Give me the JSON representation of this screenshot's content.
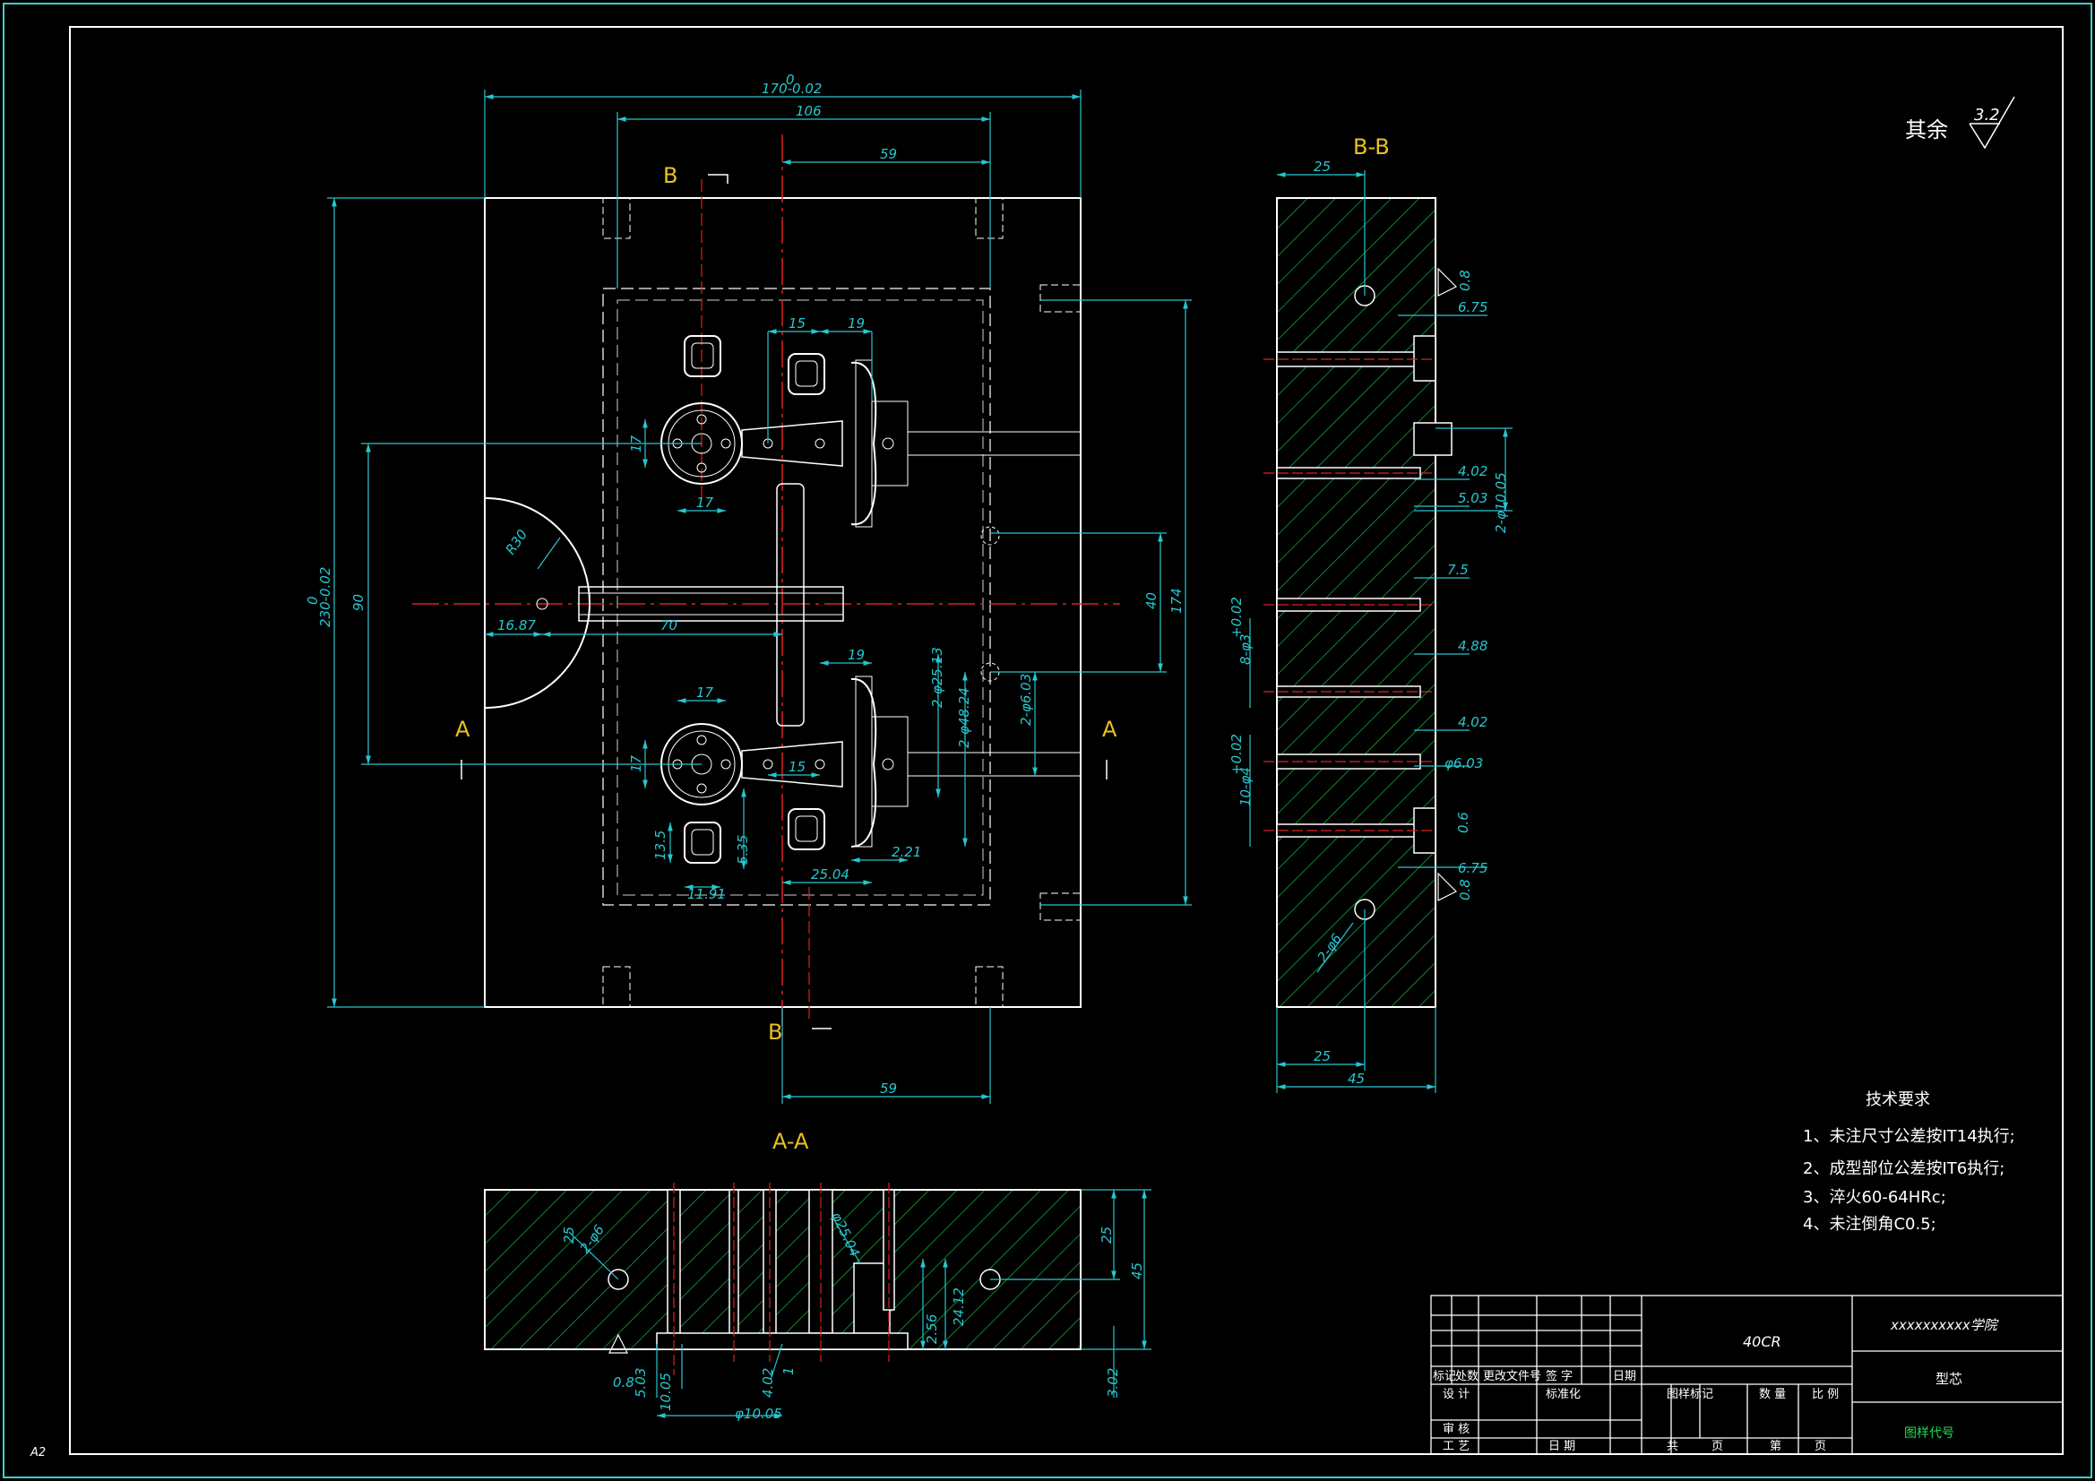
{
  "drawing": {
    "sheet_size": "A2",
    "surface_finish": {
      "label": "其余",
      "value": "3.2"
    },
    "section_labels": {
      "view_b_top": "B",
      "view_b_bottom": "B",
      "view_a_left": "A",
      "view_a_right": "A",
      "section_bb": "B-B",
      "section_aa": "A-A"
    },
    "plan_dims": {
      "width_tol_top": "0",
      "width_tol": "170-0.02",
      "d106": "106",
      "d59_top": "59",
      "d59_bottom": "59",
      "height_tol_top": "0",
      "height_tol": "230-0.02",
      "d90": "90",
      "d174": "174",
      "d40": "40",
      "r30": "R30",
      "d16_87": "16.87",
      "d70": "70",
      "d15_top": "15",
      "d19_top": "19",
      "d17_a": "17",
      "d17_b": "17",
      "d17_c": "17",
      "d17_d": "17",
      "d19_mid": "19",
      "d15_mid": "15",
      "d25_13": "2-φ25.13",
      "d48_24": "2-φ48.24",
      "d6_03": "2-φ6.03",
      "d13_5": "13.5",
      "d5_35": "5.35",
      "d11_91": "11.91",
      "d2_21": "2.21",
      "d25_04": "25.04"
    },
    "section_bb_dims": {
      "d25_top": "25",
      "d0_8_top": "0.8",
      "d6_75_top": "6.75",
      "d4_02_a": "4.02",
      "d5_03": "5.03",
      "d10_05": "2-φ10.05",
      "d7_5": "7.5",
      "d4_88": "4.88",
      "d4_02_b": "4.02",
      "d6_03": "φ6.03",
      "d8_phi": "8-φ3",
      "d8_tol": "+0.02",
      "d10_phi": "10-φ4",
      "d10_tol": "+0.02",
      "d6_75_bottom": "6.75",
      "d0_8_bottom": "0.8",
      "d_phi6": "2-φ6",
      "d25_bottom": "25",
      "d45": "45",
      "d_small": "0.6"
    },
    "section_aa_dims": {
      "d25": "25",
      "d45": "45",
      "d_phi6": "2-φ6",
      "d0_8": "0.8",
      "d5_03": "5.03",
      "d10_05": "10.05",
      "d4_02": "4.02",
      "d1": "1",
      "d10_05_phi": "φ10.05",
      "d2_56": "2.56",
      "d24_12": "24.12",
      "d3_02": "3.02",
      "d25_04": "φ25.04"
    },
    "technical_requirements": {
      "title": "技术要求",
      "items": [
        "1、未注尺寸公差按IT14执行;",
        "2、成型部位公差按IT6执行;",
        "3、淬火60-64HRc;",
        "4、未注倒角C0.5;"
      ]
    },
    "title_block": {
      "material": "40CR",
      "school": "xxxxxxxxxx学院",
      "part_name": "型芯",
      "drawing_code_label": "图样代号",
      "header_cells": [
        "标记",
        "处数",
        "更改文件号",
        "签 字",
        "日期"
      ],
      "design": "设 计",
      "standardization": "标准化",
      "review": "审 核",
      "process": "工 艺",
      "date": "日 期",
      "stage_mark": "图样标记",
      "quantity": "数 量",
      "scale": "比 例",
      "total": "共",
      "page_a": "页",
      "sheet": "第",
      "page_b": "页"
    }
  }
}
